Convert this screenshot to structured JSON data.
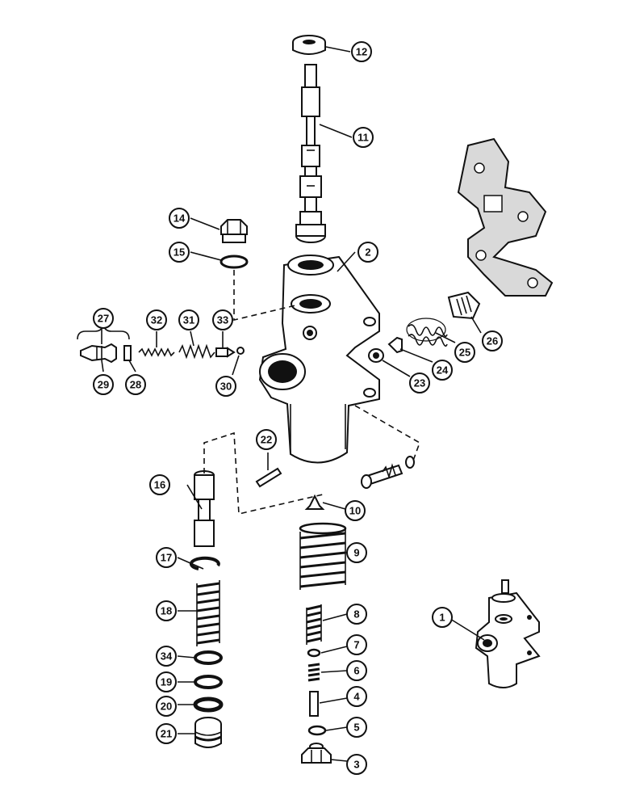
{
  "callouts": [
    {
      "id": "c1",
      "label": "1"
    },
    {
      "id": "c2",
      "label": "2"
    },
    {
      "id": "c3",
      "label": "3"
    },
    {
      "id": "c4",
      "label": "4"
    },
    {
      "id": "c5",
      "label": "5"
    },
    {
      "id": "c6",
      "label": "6"
    },
    {
      "id": "c7",
      "label": "7"
    },
    {
      "id": "c8",
      "label": "8"
    },
    {
      "id": "c9",
      "label": "9"
    },
    {
      "id": "c10",
      "label": "10"
    },
    {
      "id": "c11",
      "label": "11"
    },
    {
      "id": "c12",
      "label": "12"
    },
    {
      "id": "c14",
      "label": "14"
    },
    {
      "id": "c15",
      "label": "15"
    },
    {
      "id": "c16",
      "label": "16"
    },
    {
      "id": "c17",
      "label": "17"
    },
    {
      "id": "c18",
      "label": "18"
    },
    {
      "id": "c19",
      "label": "19"
    },
    {
      "id": "c20",
      "label": "20"
    },
    {
      "id": "c21",
      "label": "21"
    },
    {
      "id": "c22",
      "label": "22"
    },
    {
      "id": "c23",
      "label": "23"
    },
    {
      "id": "c24",
      "label": "24"
    },
    {
      "id": "c25",
      "label": "25"
    },
    {
      "id": "c26",
      "label": "26"
    },
    {
      "id": "c27",
      "label": "27"
    },
    {
      "id": "c28",
      "label": "28"
    },
    {
      "id": "c29",
      "label": "29"
    },
    {
      "id": "c30",
      "label": "30"
    },
    {
      "id": "c31",
      "label": "31"
    },
    {
      "id": "c32",
      "label": "32"
    },
    {
      "id": "c33",
      "label": "33"
    },
    {
      "id": "c34",
      "label": "34"
    }
  ]
}
